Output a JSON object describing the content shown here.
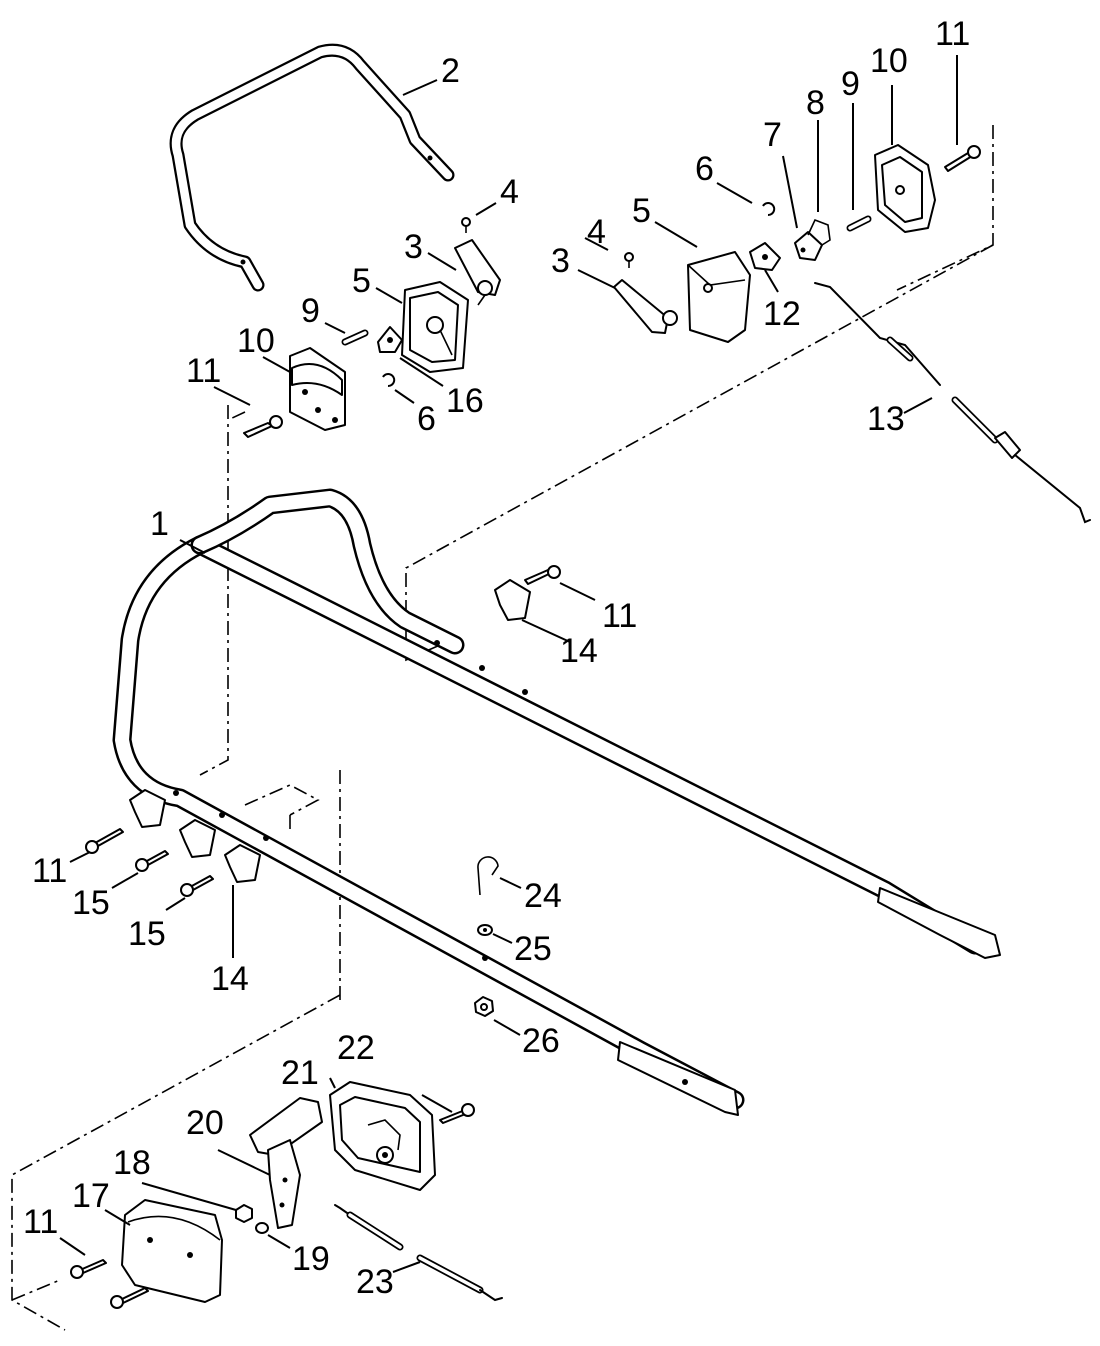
{
  "callouts": {
    "c1": "1",
    "c2": "2",
    "c3a": "3",
    "c3b": "3",
    "c4a": "4",
    "c4b": "4",
    "c5a": "5",
    "c5b": "5",
    "c6a": "6",
    "c6b": "6",
    "c7": "7",
    "c8": "8",
    "c9a": "9",
    "c9b": "9",
    "c10a": "10",
    "c10b": "10",
    "c11a": "11",
    "c11b": "11",
    "c11c": "11",
    "c11d": "11",
    "c11e": "11",
    "c12": "12",
    "c13": "13",
    "c14a": "14",
    "c14b": "14",
    "c15a": "15",
    "c15b": "15",
    "c16": "16",
    "c17": "17",
    "c18": "18",
    "c19": "19",
    "c20": "20",
    "c21": "21",
    "c22": "22",
    "c23": "23",
    "c24": "24",
    "c25": "25",
    "c26": "26"
  }
}
